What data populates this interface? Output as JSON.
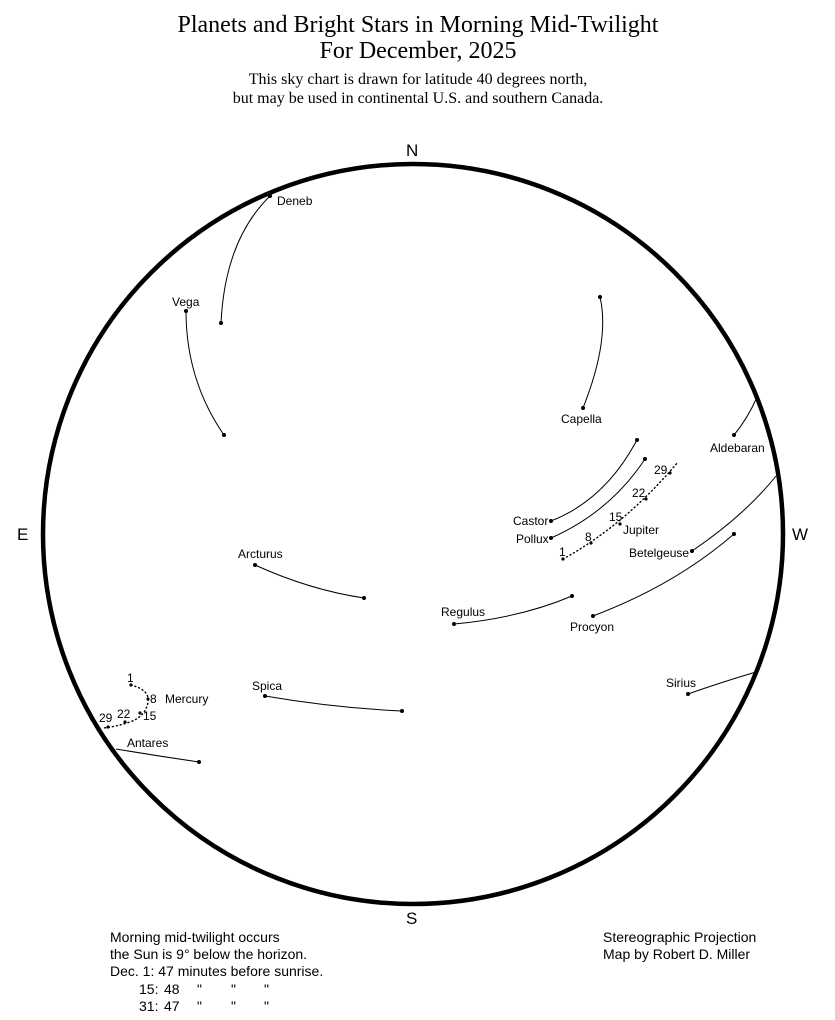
{
  "title": "Planets and Bright Stars in Morning Mid-Twilight",
  "subtitle": "For December, 2025",
  "note_line1": "This sky chart is drawn for latitude 40 degrees north,",
  "note_line2": "but may be used in continental U.S. and southern Canada.",
  "directions": {
    "north": "N",
    "south": "S",
    "east": "E",
    "west": "W"
  },
  "stars": [
    {
      "name": "Deneb"
    },
    {
      "name": "Vega"
    },
    {
      "name": "Capella"
    },
    {
      "name": "Aldebaran"
    },
    {
      "name": "Castor"
    },
    {
      "name": "Pollux"
    },
    {
      "name": "Betelgeuse"
    },
    {
      "name": "Arcturus"
    },
    {
      "name": "Regulus"
    },
    {
      "name": "Procyon"
    },
    {
      "name": "Sirius"
    },
    {
      "name": "Spica"
    },
    {
      "name": "Antares"
    }
  ],
  "planets": [
    {
      "name": "Jupiter",
      "dates": [
        "1",
        "8",
        "15",
        "22",
        "29"
      ]
    },
    {
      "name": "Mercury",
      "dates": [
        "1",
        "8",
        "15",
        "22",
        "29"
      ]
    }
  ],
  "footer_left": [
    "Morning mid-twilight occurs",
    "the Sun is 9° below the horizon.",
    "Dec.  1: 47 minutes before sunrise."
  ],
  "footer_table": [
    {
      "day": "15:",
      "value": "48",
      "dittos": [
        "\"",
        "\"",
        "\""
      ]
    },
    {
      "day": "31:",
      "value": "47",
      "dittos": [
        "\"",
        "\"",
        "\""
      ]
    }
  ],
  "footer_right": [
    "Stereographic Projection",
    "Map by Robert D. Miller"
  ]
}
